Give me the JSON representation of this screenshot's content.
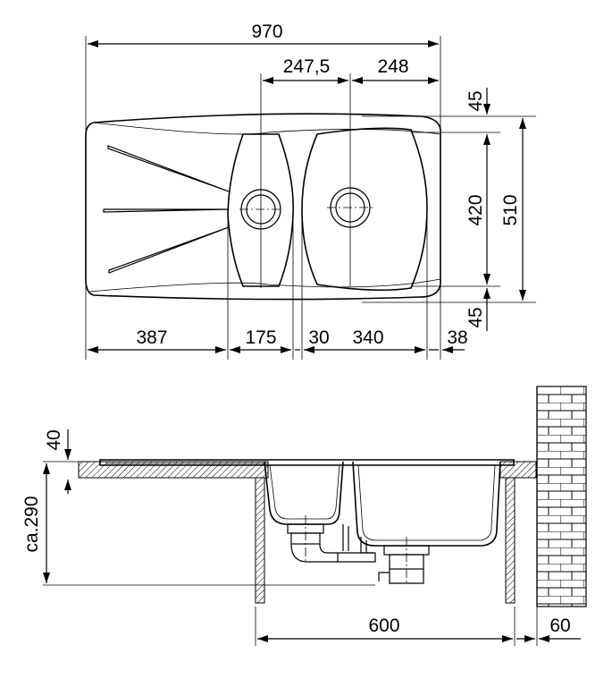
{
  "diagram": {
    "top_view": {
      "overall_width": "970",
      "bowl_offset_1": "247,5",
      "bowl_offset_2": "248",
      "top_margin": "45",
      "bowl_height": "420",
      "overall_depth": "510",
      "bottom_margin": "45",
      "drainer_width": "387",
      "small_bowl_width": "175",
      "divider_width": "30",
      "large_bowl_width": "340",
      "right_margin": "38"
    },
    "side_view": {
      "rim_height": "40",
      "depth": "ca.290",
      "cabinet_width": "600",
      "wall_gap": "60"
    }
  }
}
